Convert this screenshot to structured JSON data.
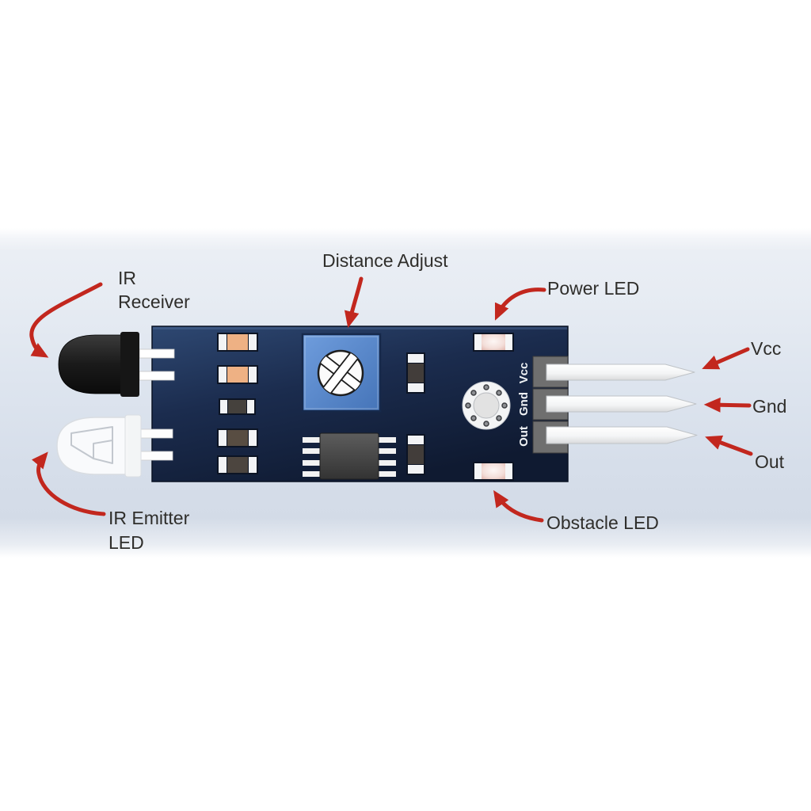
{
  "labels": {
    "ir_receiver": "IR\nReceiver",
    "distance_adjust": "Distance Adjust",
    "power_led": "Power LED",
    "vcc": "Vcc",
    "gnd": "Gnd",
    "out": "Out",
    "obstacle_led": "Obstacle LED",
    "ir_emitter": "IR Emitter\nLED"
  },
  "board": {
    "pin_labels": [
      "Vcc",
      "Gnd",
      "Out"
    ]
  },
  "colors": {
    "arrow_red": "#c2271e",
    "board_navy": "#1b2c4e",
    "pot_blue": "#5d8ed2",
    "led_pink": "#eccfc8",
    "label_text": "#2f2e2b"
  }
}
